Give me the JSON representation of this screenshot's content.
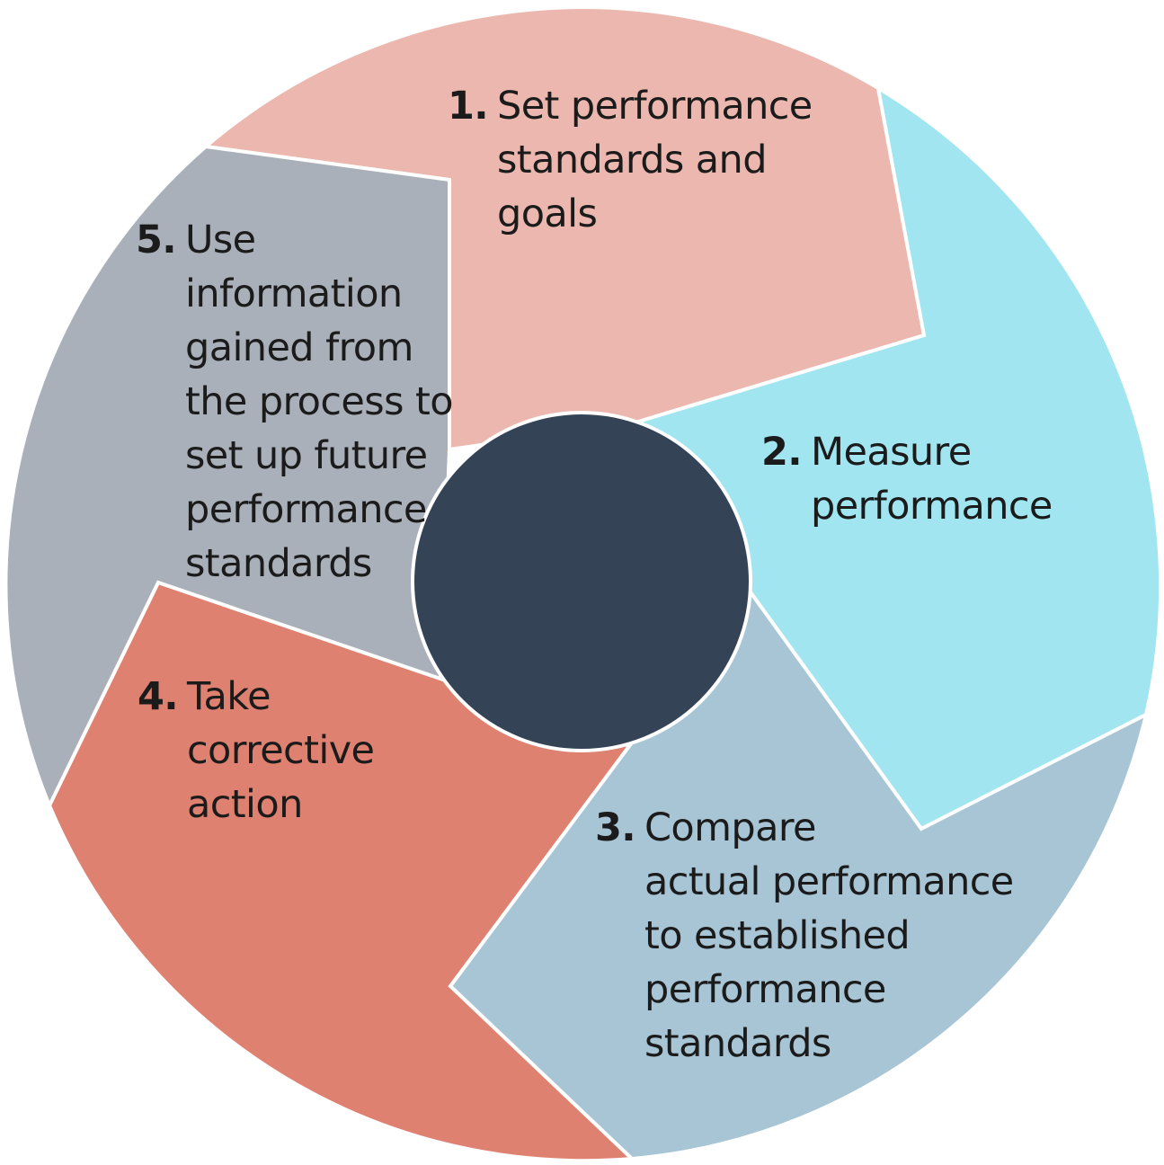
{
  "colors": {
    "step1": "#ebb7ae",
    "step2": "#a0e5f0",
    "step3": "#a8c5d6",
    "step4": "#df8170",
    "step5": "#a9b0b9",
    "center": "#344356",
    "outline": "#ffffff",
    "text": "#1b1b1b"
  },
  "steps": [
    {
      "number": "1.",
      "lines": [
        "Set performance",
        "standards and",
        "goals"
      ]
    },
    {
      "number": "2.",
      "lines": [
        "Measure",
        "performance"
      ]
    },
    {
      "number": "3.",
      "lines": [
        "Compare",
        "actual performance",
        "to established",
        "performance",
        "standards"
      ]
    },
    {
      "number": "4.",
      "lines": [
        "Take",
        "corrective",
        "action"
      ]
    },
    {
      "number": "5.",
      "lines": [
        "Use",
        "information",
        "gained from",
        "the process to",
        "set up future",
        "performance",
        "standards"
      ]
    }
  ]
}
